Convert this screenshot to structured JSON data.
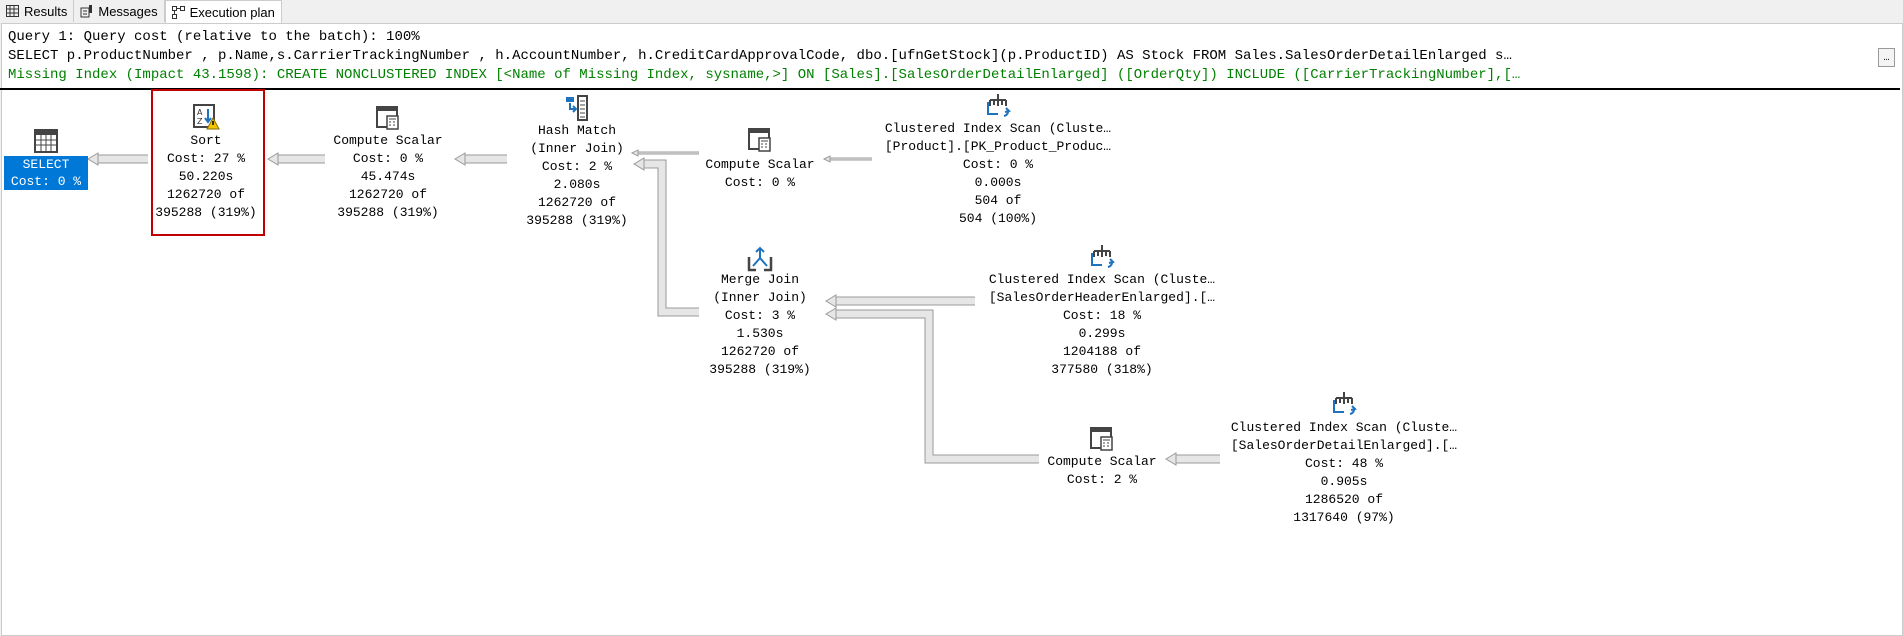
{
  "tabs": [
    {
      "label": "Results",
      "icon": "grid-icon"
    },
    {
      "label": "Messages",
      "icon": "messages-icon"
    },
    {
      "label": "Execution plan",
      "icon": "plan-icon",
      "active": true
    }
  ],
  "header": {
    "query_cost": "Query 1: Query cost (relative to the batch): 100%",
    "sql": "SELECT p.ProductNumber , p.Name,s.CarrierTrackingNumber , h.AccountNumber, h.CreditCardApprovalCode, dbo.[ufnGetStock](p.ProductID) AS Stock FROM Sales.SalesOrderDetailEnlarged s…",
    "missing_index": "Missing Index (Impact 43.1598): CREATE NONCLUSTERED INDEX [<Name of Missing Index, sysname,>] ON [Sales].[SalesOrderDetailEnlarged] ([OrderQty]) INCLUDE ([CarrierTrackingNumber],[…",
    "more_label": "…"
  },
  "colors": {
    "accent": "#0078d7",
    "highlight": "#c00000",
    "missing_index": "#008000"
  },
  "nodes": {
    "select": {
      "lines": [
        "SELECT",
        "Cost: 0 %"
      ]
    },
    "sort": {
      "lines": [
        "Sort",
        "Cost: 27 %",
        "50.220s",
        "1262720 of",
        "395288 (319%)"
      ]
    },
    "compute1": {
      "lines": [
        "Compute Scalar",
        "Cost: 0 %",
        "45.474s",
        "1262720 of",
        "395288 (319%)"
      ]
    },
    "hash": {
      "lines": [
        "Hash Match",
        "(Inner Join)",
        "Cost: 2 %",
        "2.080s",
        "1262720 of",
        "395288 (319%)"
      ]
    },
    "compute2": {
      "lines": [
        "Compute Scalar",
        "Cost: 0 %"
      ]
    },
    "cis_product": {
      "lines": [
        "Clustered Index Scan (Cluste…",
        "[Product].[PK_Product_Produc…",
        "Cost: 0 %",
        "0.000s",
        "504 of",
        "504 (100%)"
      ]
    },
    "merge": {
      "lines": [
        "Merge Join",
        "(Inner Join)",
        "Cost: 3 %",
        "1.530s",
        "1262720 of",
        "395288 (319%)"
      ]
    },
    "cis_header": {
      "lines": [
        "Clustered Index Scan (Cluste…",
        "[SalesOrderHeaderEnlarged].[…",
        "Cost: 18 %",
        "0.299s",
        "1204188 of",
        "377580 (318%)"
      ]
    },
    "compute3": {
      "lines": [
        "Compute Scalar",
        "Cost: 2 %"
      ]
    },
    "cis_detail": {
      "lines": [
        "Clustered Index Scan (Cluste…",
        "[SalesOrderDetailEnlarged].[…",
        "Cost: 48 %",
        "0.905s",
        "1286520 of",
        "1317640 (97%)"
      ]
    }
  }
}
